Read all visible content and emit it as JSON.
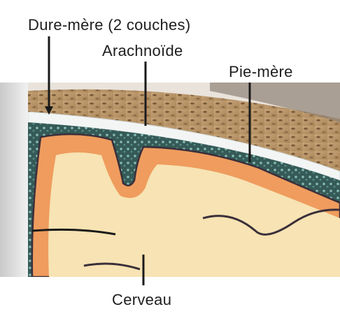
{
  "labels": {
    "dure_mere": "Dure-mère (2 couches)",
    "arachnoide": "Arachnoïde",
    "pie_mere": "Pie-mère",
    "cerveau": "Cerveau"
  },
  "colors": {
    "skull": "#b8956a",
    "skull_spots": "#7a5a38",
    "dura": "#f1f3f3",
    "arachnoid": "#355a57",
    "arachnoid_dots": "#7fb6b0",
    "grey_matter": "#ef9c5e",
    "white_matter": "#f7e3b3",
    "pia": "#2a2a35",
    "leader_lines": "#1a1a1a"
  }
}
